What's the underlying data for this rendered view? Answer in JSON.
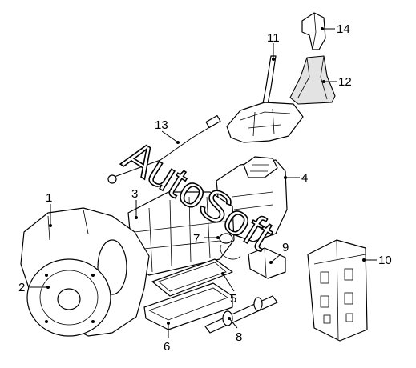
{
  "watermark": "AutoSoft",
  "callouts": [
    {
      "id": "1",
      "label": "1"
    },
    {
      "id": "2",
      "label": "2"
    },
    {
      "id": "3",
      "label": "3"
    },
    {
      "id": "4",
      "label": "4"
    },
    {
      "id": "5",
      "label": "5"
    },
    {
      "id": "6",
      "label": "6"
    },
    {
      "id": "7",
      "label": "7"
    },
    {
      "id": "8",
      "label": "8"
    },
    {
      "id": "9",
      "label": "9"
    },
    {
      "id": "10",
      "label": "10"
    },
    {
      "id": "11",
      "label": "11"
    },
    {
      "id": "12",
      "label": "12"
    },
    {
      "id": "13",
      "label": "13"
    },
    {
      "id": "14",
      "label": "14"
    }
  ]
}
